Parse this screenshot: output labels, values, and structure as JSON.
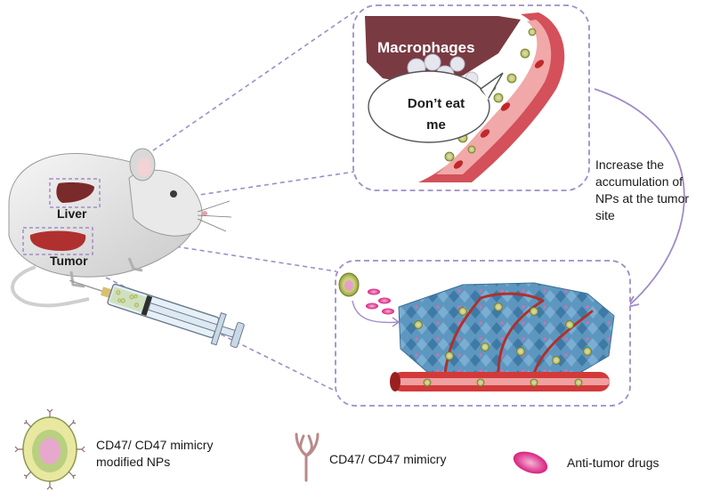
{
  "labels": {
    "macrophages": "Macrophages",
    "dont_eat_me": "Don’t eat\nme",
    "liver": "Liver",
    "tumor": "Tumor",
    "increase_accumulation": "Increase the\naccumulation of\nNPs at the tumor\nsite"
  },
  "legend": {
    "nps": "CD47/ CD47 mimicry\nmodified NPs",
    "cd47": "CD47/ CD47 mimicry",
    "drugs": "Anti-tumor drugs"
  },
  "colors": {
    "dashed_frame": "#a08cc8",
    "mouse_body": "#e8e8e8",
    "liver": "#7a2a2a",
    "tumor": "#b03030",
    "vessel": "#d23a3a",
    "tissue": "#4a86b0",
    "drug": "#e0409a",
    "np_core": "#b8c878"
  }
}
